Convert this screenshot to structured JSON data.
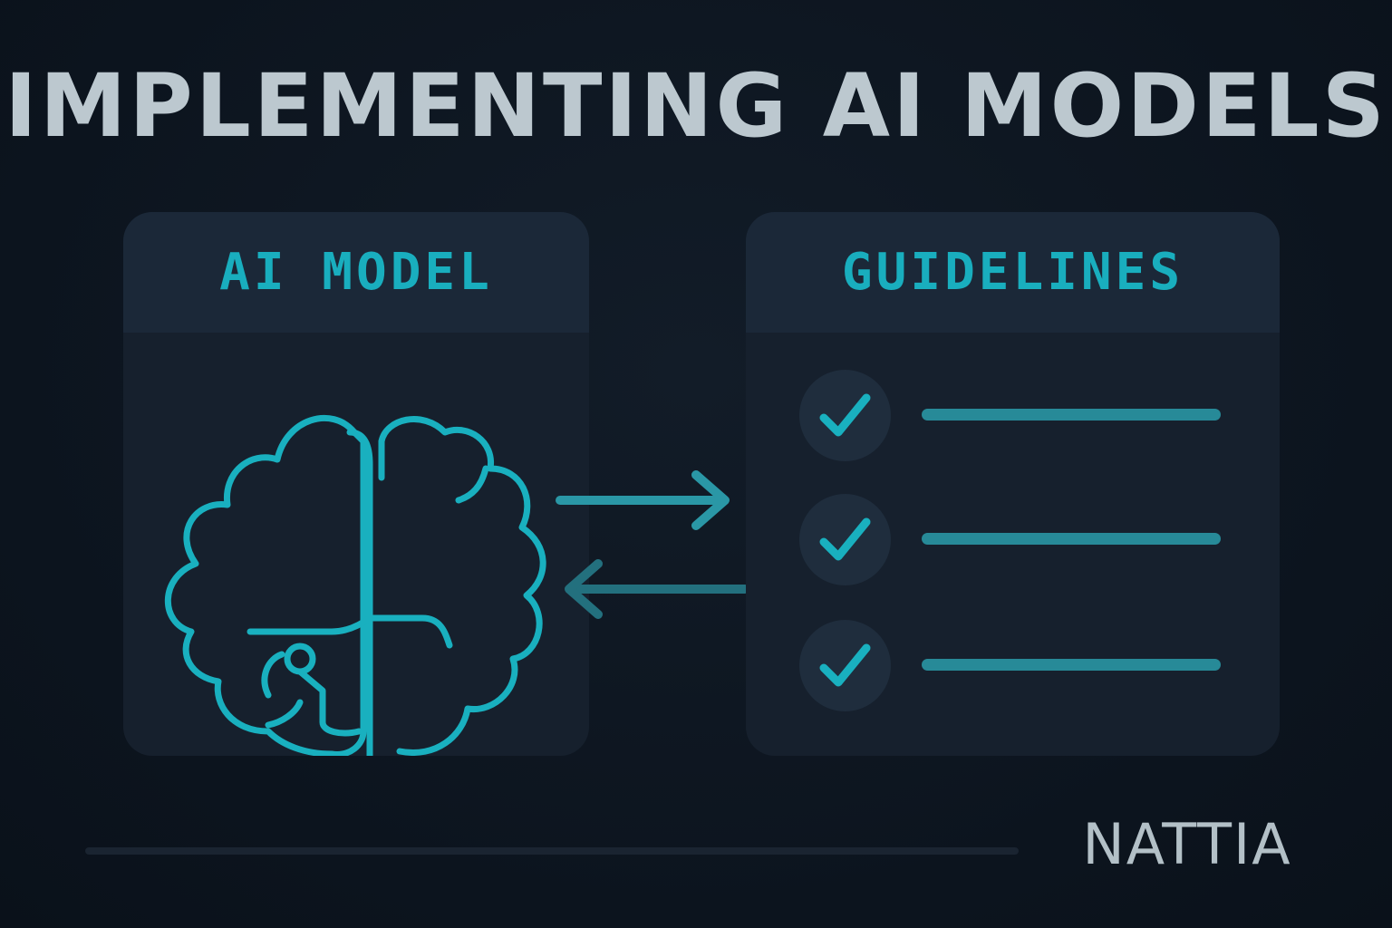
{
  "title": "IMPLEMENTING AI MODELS",
  "ai_model_panel": {
    "label": "AI MODEL",
    "icon": "brain-circuit-icon"
  },
  "guidelines_panel": {
    "label": "GUIDELINES",
    "items": [
      {
        "icon": "check-icon",
        "checked": true
      },
      {
        "icon": "check-icon",
        "checked": true
      },
      {
        "icon": "check-icon",
        "checked": true
      }
    ]
  },
  "connectors": {
    "to_guidelines": "arrow-right-icon",
    "to_model": "arrow-left-icon"
  },
  "brand": "NATTIA",
  "colors": {
    "background": "#0d1520",
    "card": "#16202d",
    "card_header": "#1b2838",
    "accent": "#19aebe",
    "title_text": "#bcc8cf"
  }
}
